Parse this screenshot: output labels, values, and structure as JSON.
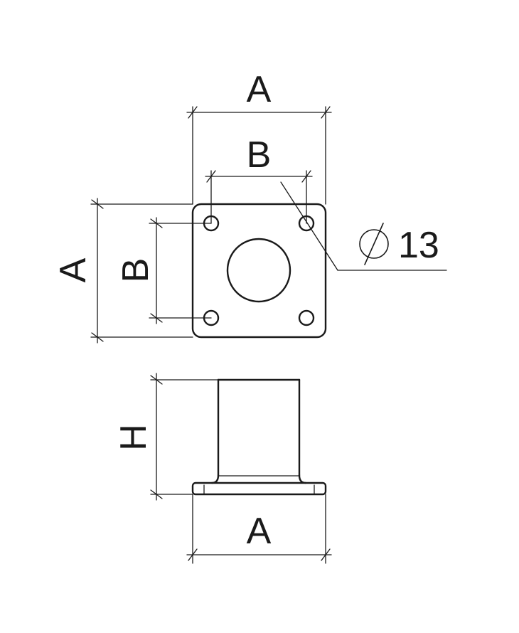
{
  "labels": {
    "plan_width_top": "A",
    "plan_hole_spacing_top": "B",
    "plan_height_left": "A",
    "plan_hole_spacing_left": "B",
    "hole_diameter_symbol": "⌀",
    "hole_diameter_value": "13",
    "side_height": "H",
    "side_width": "A"
  },
  "colors": {
    "line": "#1a1a1a",
    "background": "#ffffff"
  }
}
